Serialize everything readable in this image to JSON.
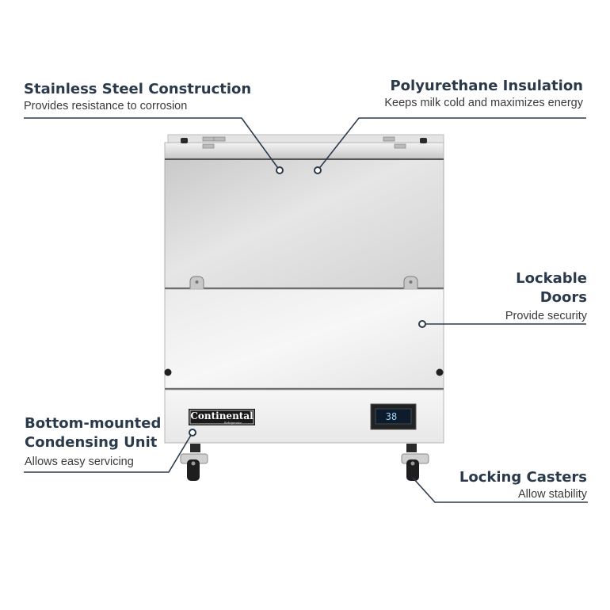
{
  "callouts": {
    "stainless": {
      "title": "Stainless Steel Construction",
      "subtitle": "Provides resistance to corrosion"
    },
    "insulation": {
      "title": "Polyurethane Insulation",
      "subtitle": "Keeps milk cold and maximizes energy"
    },
    "lockable": {
      "title_line1": "Lockable",
      "title_line2": "Doors",
      "subtitle": "Provide security"
    },
    "condensing": {
      "title_line1": "Bottom-mounted",
      "title_line2": "Condensing Unit",
      "subtitle": "Allows easy servicing"
    },
    "casters": {
      "title": "Locking Casters",
      "subtitle": "Allow stability"
    }
  },
  "product": {
    "brand": "Continental",
    "brand_sub": "Refrigerator",
    "display_reading": "38"
  },
  "colors": {
    "callout_title": "#2a3a4a",
    "callout_line": "#2a3a4a",
    "steel": "#d4d4d4",
    "display_digits": "#9fd4ff"
  }
}
